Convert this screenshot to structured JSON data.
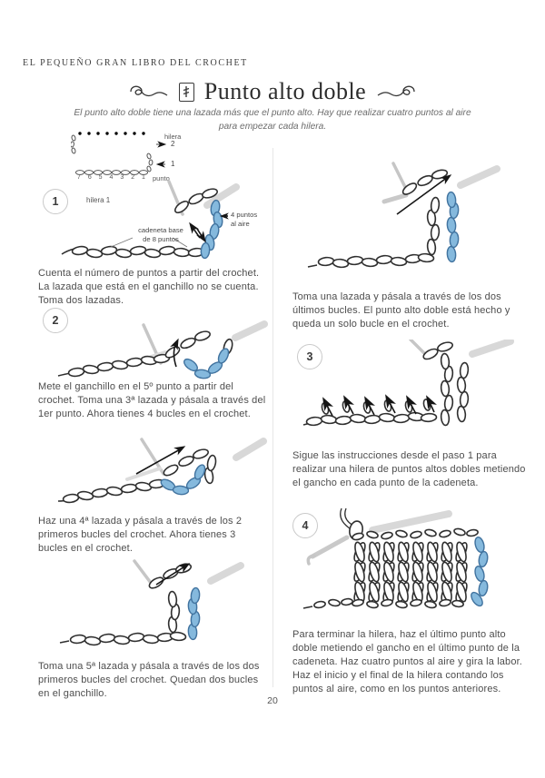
{
  "colors": {
    "stitch_blue": "#85b9dd",
    "stitch_blue_outline": "#41739f",
    "hook_gray": "#c9c9c9"
  },
  "header": {
    "book_title": "EL PEQUEÑO GRAN LIBRO DEL CROCHET"
  },
  "title_block": {
    "stitch_name": "Punto alto doble",
    "subtitle": "El punto alto doble tiene una lazada más que el punto alto. Hay que realizar cuatro puntos al aire para empezar cada hilera."
  },
  "diagram": {
    "hilera_label": "hilera",
    "row_2": "2",
    "row_1": "1",
    "stitch_numbers": "7 6 5 4 3 2 1",
    "punto_label": "punto",
    "caption": "hilera 1"
  },
  "steps": {
    "step1": {
      "number": "1",
      "cadeneta_label": "cadeneta base\nde 8 puntos",
      "aire_label": "4 puntos\nal aire",
      "text": "Cuenta el número de puntos a partir del crochet. La lazada que está en el ganchillo no se cuenta. Toma dos lazadas."
    },
    "step2": {
      "number": "2",
      "text": "Mete el ganchillo en el 5º punto a partir del crochet. Toma una 3ª lazada y pásala a través del 1er punto. Ahora tienes 4 bucles en el crochet."
    },
    "step2b": {
      "text": "Haz una 4ª lazada y pásala a través de los 2 primeros bucles del crochet. Ahora tienes 3 bucles en el crochet."
    },
    "step2c": {
      "text": "Toma una 5ª lazada y pásala a través de los dos primeros bucles del crochet. Quedan dos bucles en el ganchillo."
    },
    "step2d": {
      "text": "Toma una lazada y pásala a través de los dos últimos bucles. El punto alto doble está hecho y queda un solo bucle en el crochet."
    },
    "step3": {
      "number": "3",
      "text": "Sigue las instrucciones desde el paso 1 para realizar una hilera de puntos altos dobles metiendo el gancho en cada punto de la cadeneta."
    },
    "step4": {
      "number": "4",
      "text": "Para terminar la hilera, haz el último punto alto doble metiendo el gancho en el último punto de la cadeneta. Haz cuatro puntos al aire y gira la labor. Haz el inicio y el final de la hilera contando los puntos al aire, como en los puntos anteriores."
    }
  },
  "footer": {
    "page_number": "20"
  }
}
